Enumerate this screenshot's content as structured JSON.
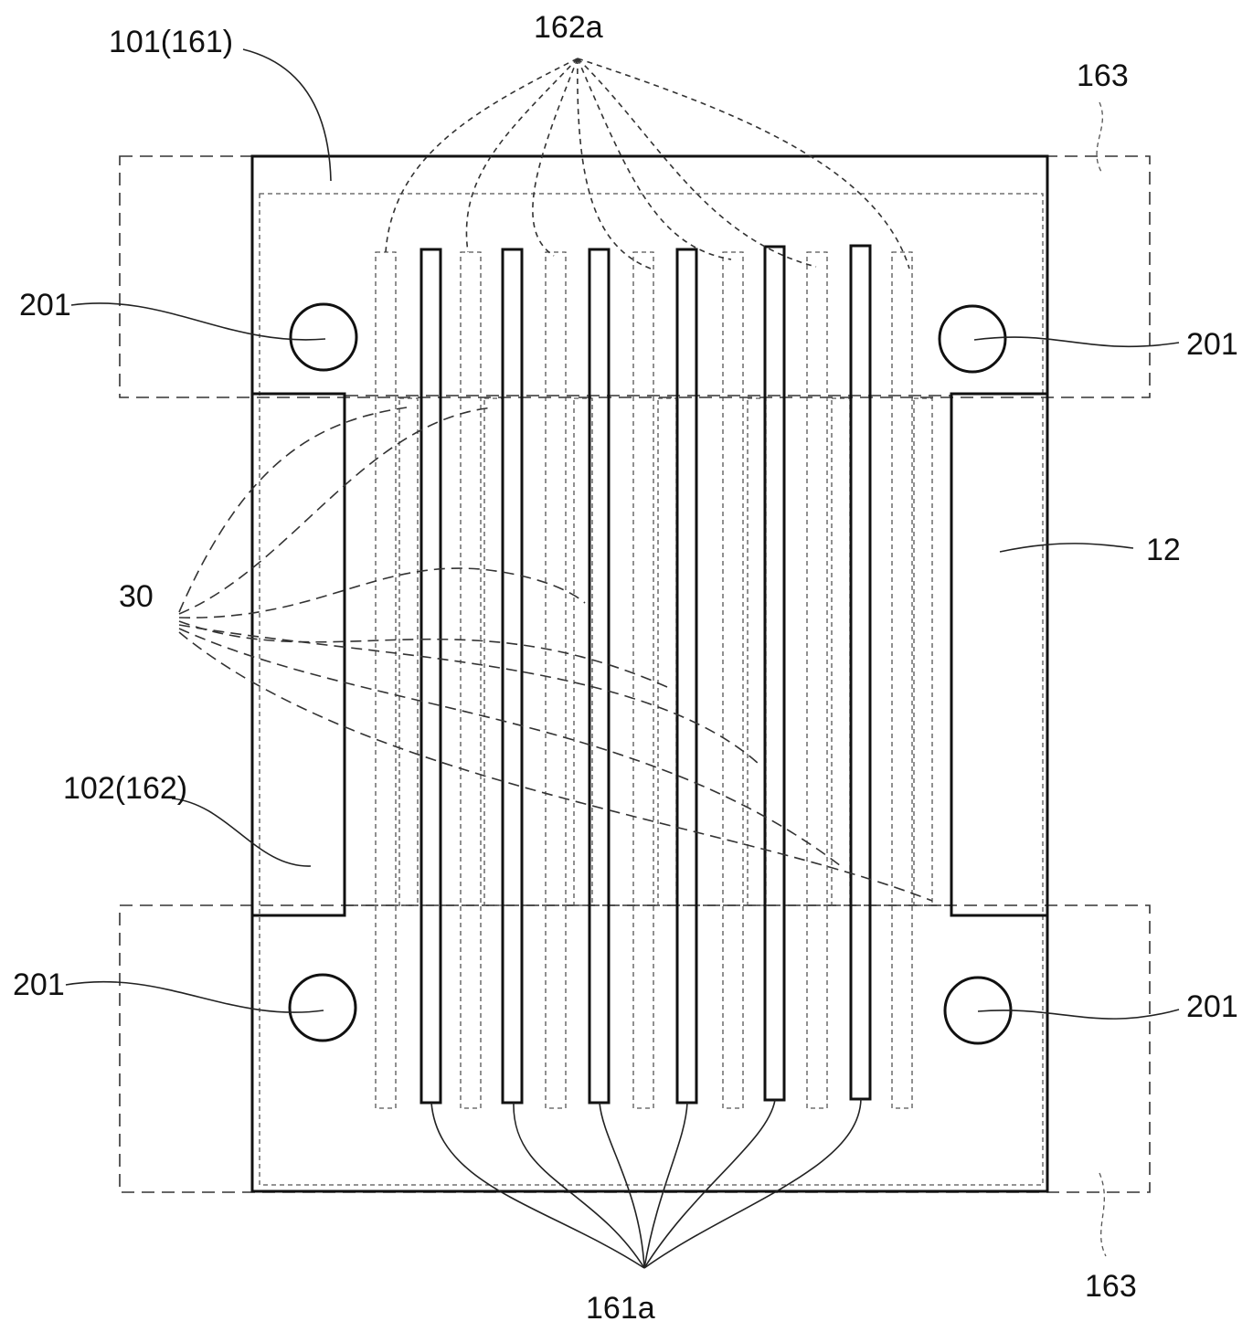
{
  "labels": {
    "plate_top": "101(161)",
    "dotted_strips": "162a",
    "region_top_right": "163",
    "region_bottom_right": "163",
    "hole_top_left": "201",
    "hole_top_right": "201",
    "hole_bottom_left": "201",
    "hole_bottom_right": "201",
    "right_block": "12",
    "dashed_lines": "30",
    "left_block": "102(162)",
    "solid_strips": "161a"
  }
}
